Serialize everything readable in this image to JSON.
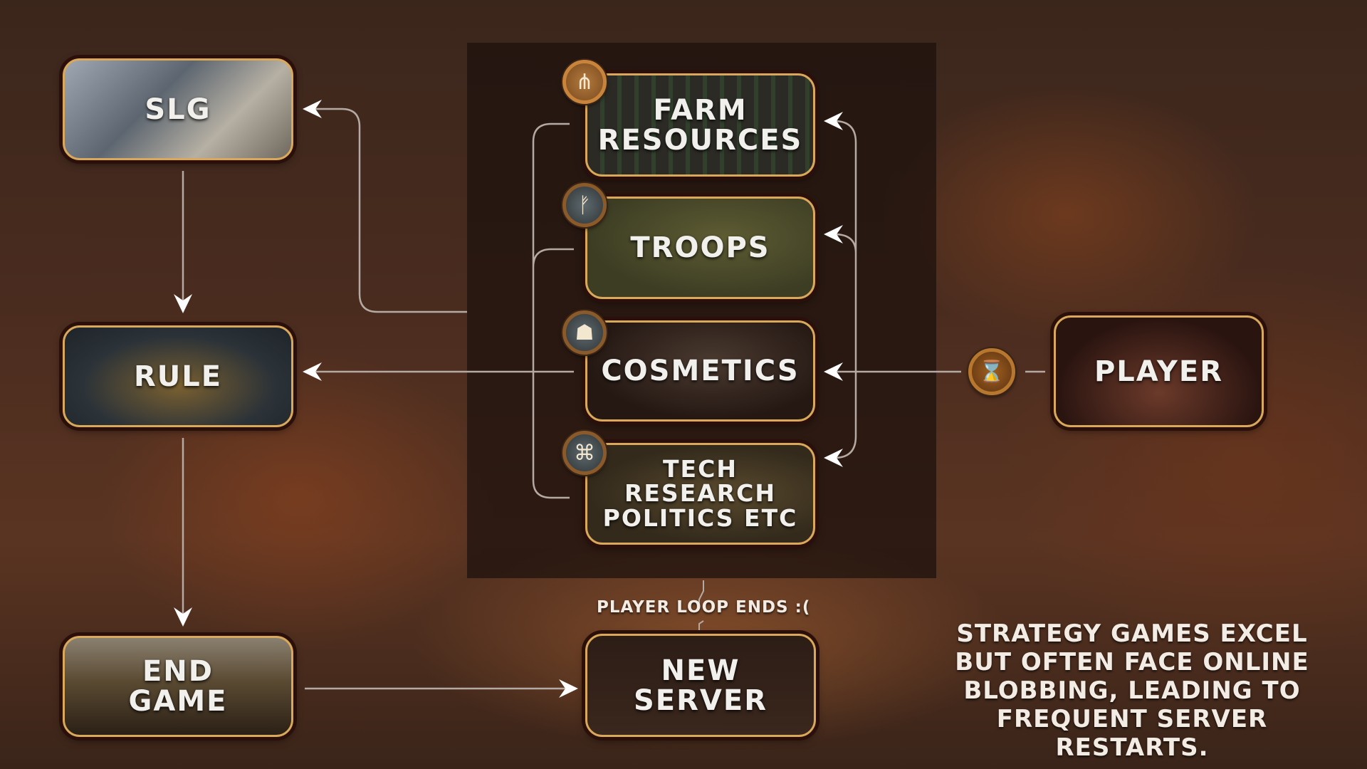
{
  "nodes": {
    "slg": {
      "label": "SLG"
    },
    "rule": {
      "label": "RULE"
    },
    "end_game": {
      "label": "END\nGAME"
    },
    "farm_resources": {
      "label": "FARM\nRESOURCES",
      "icon": "pitchfork-icon"
    },
    "troops": {
      "label": "TROOPS",
      "icon": "axe-icon"
    },
    "cosmetics": {
      "label": "COSMETICS",
      "icon": "horned-helmet-icon"
    },
    "tech_research": {
      "label": "TECH RESEARCH\nPOLITICS ETC",
      "icon": "tech-tree-icon"
    },
    "new_server": {
      "label": "NEW\nSERVER"
    },
    "player": {
      "label": "PLAYER"
    }
  },
  "connector_icon": {
    "name": "hourglass-icon",
    "glyph": "⌛"
  },
  "loop_end_label": "PLAYER LOOP ENDS :(",
  "caption": "STRATEGY GAMES EXCEL\nBUT OFTEN FACE ONLINE\nBLOBBING, LEADING TO\nFREQUENT SERVER RESTARTS.",
  "colors": {
    "card_border": "#d9a85a",
    "line": "#b5aaa3",
    "arrow": "#ffffff"
  }
}
